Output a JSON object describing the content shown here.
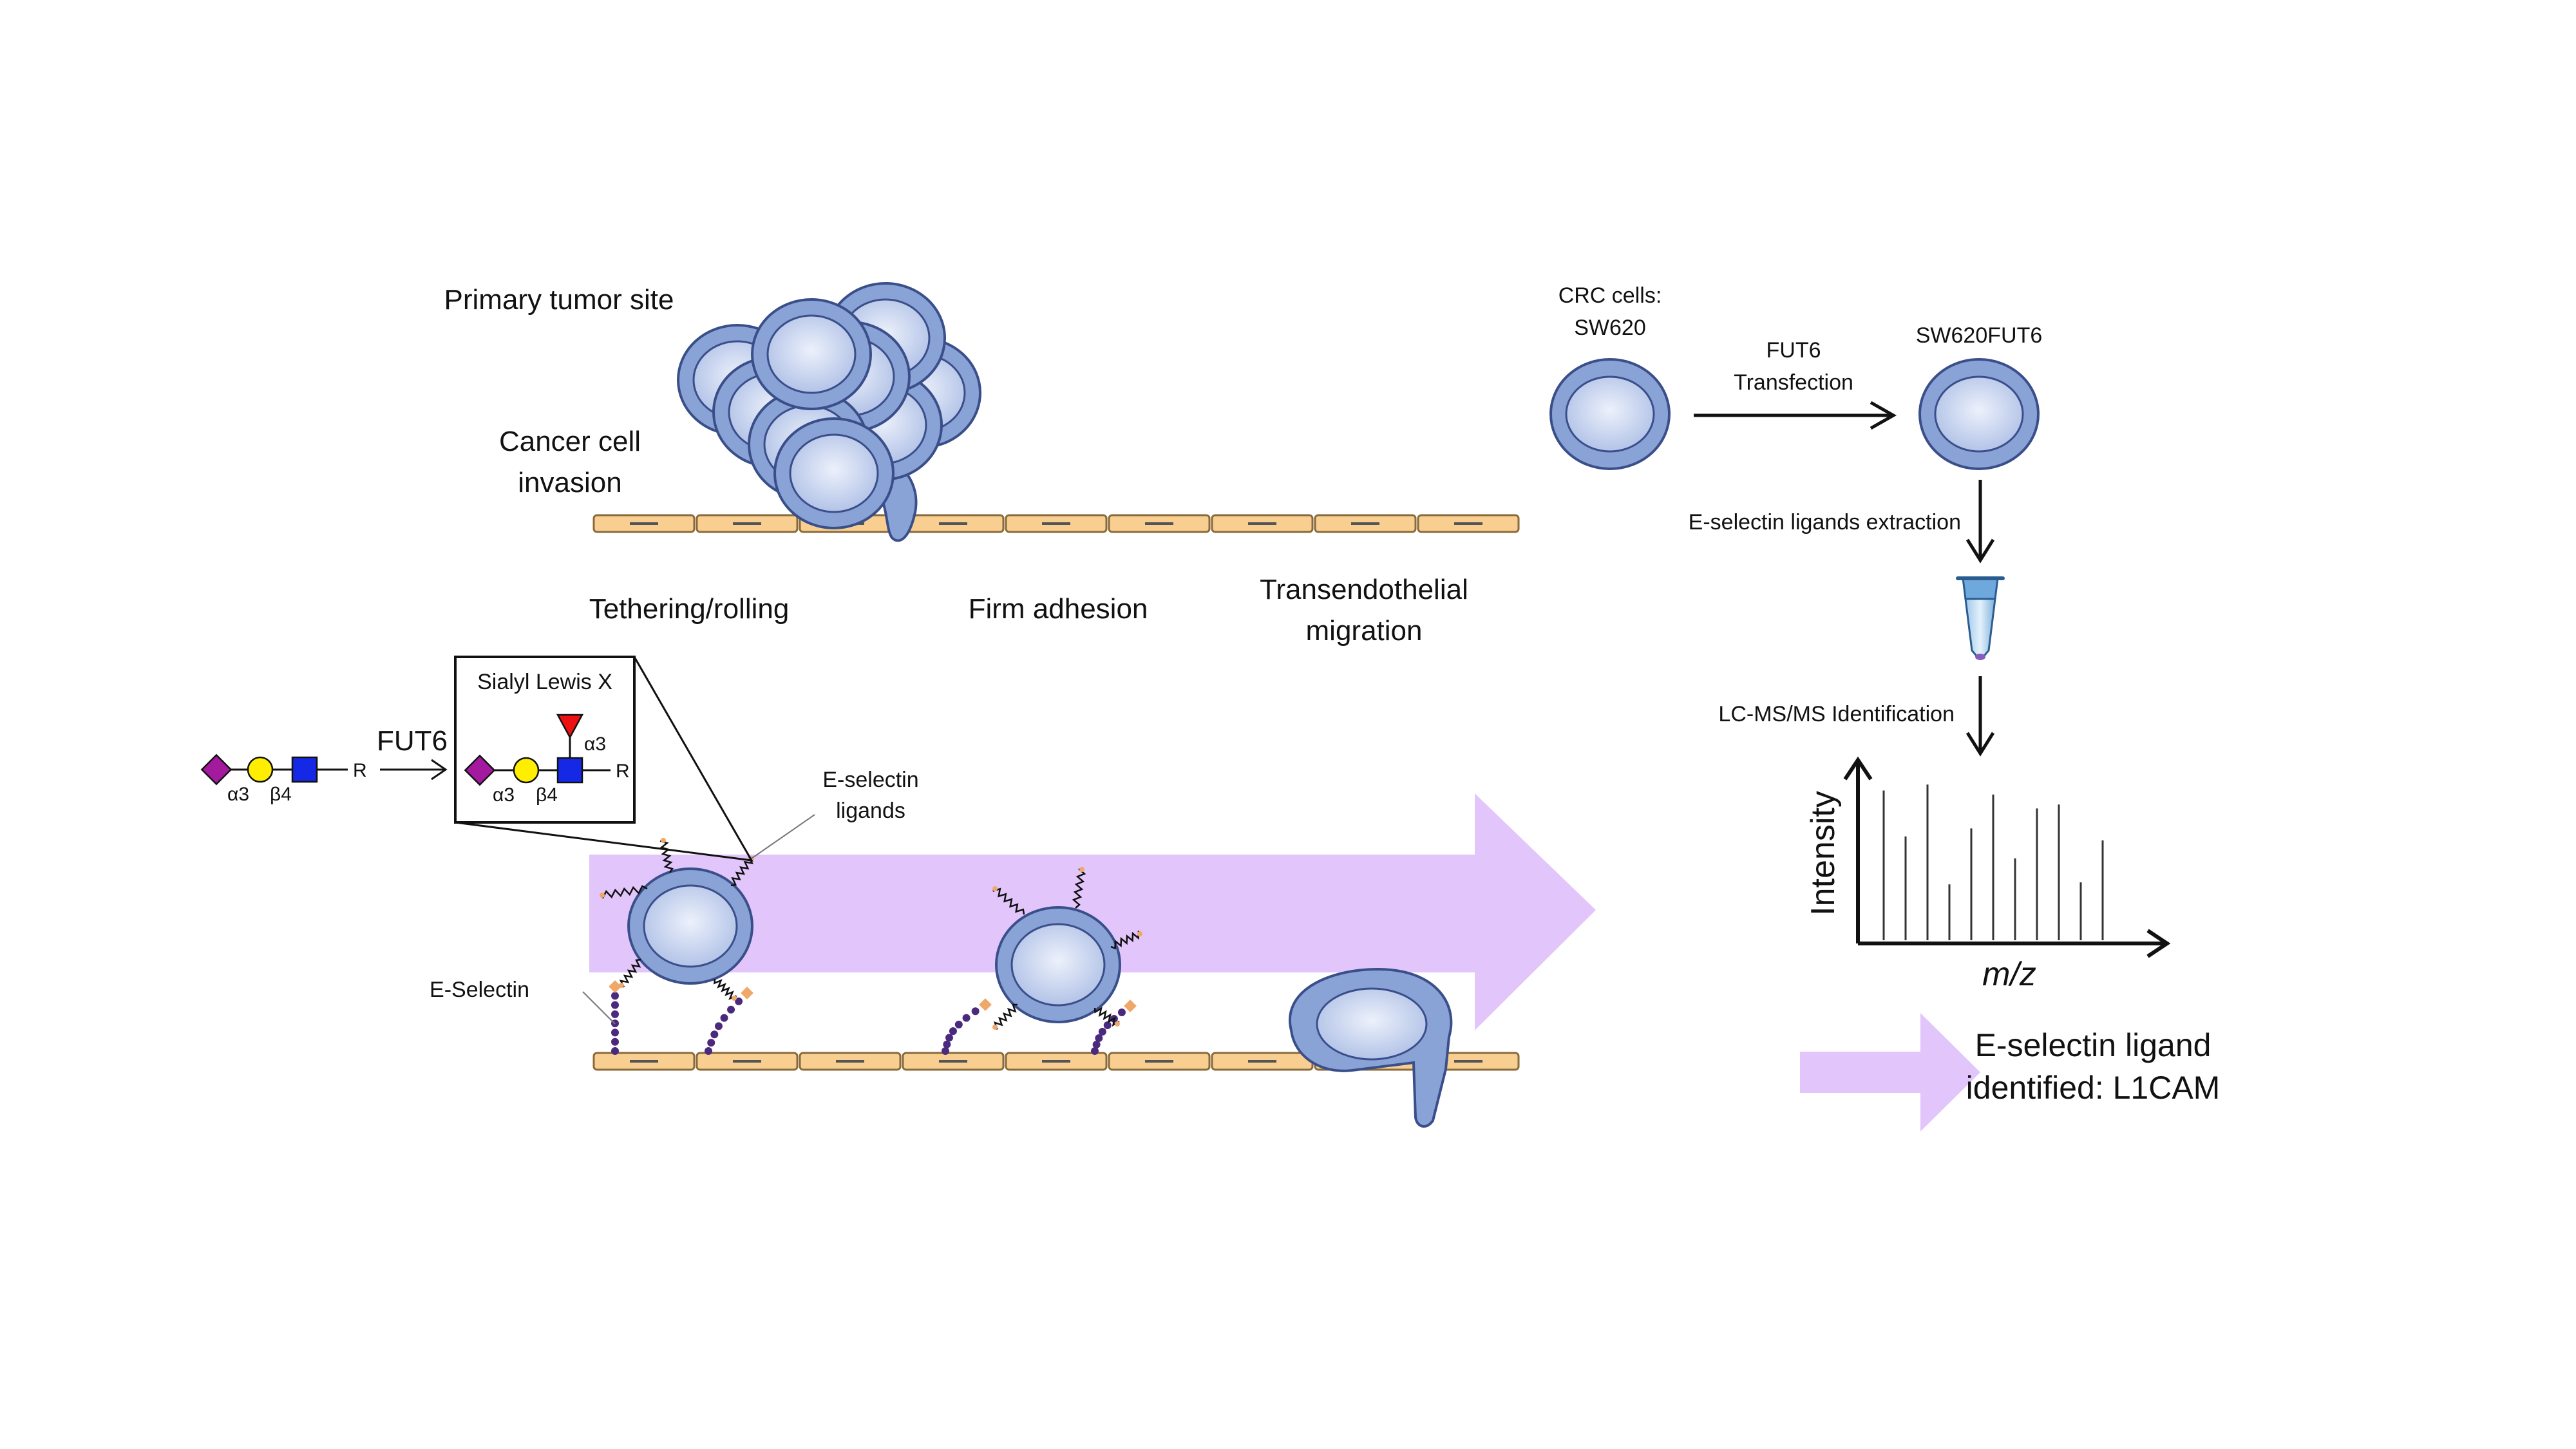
{
  "labels": {
    "primary_tumor_site": "Primary tumor site",
    "cancer_cell_invasion_1": "Cancer cell",
    "cancer_cell_invasion_2": "invasion",
    "tethering_rolling": "Tethering/rolling",
    "firm_adhesion": "Firm adhesion",
    "transendothelial_1": "Transendothelial",
    "transendothelial_2": "migration",
    "sialyl_lewis_x": "Sialyl Lewis X",
    "fut6_glycan_arrow": "FUT6",
    "e_selectin_ligands_1": "E-selectin",
    "e_selectin_ligands_2": "ligands",
    "e_selectin": "E-Selectin",
    "crc_cells_1": "CRC cells:",
    "crc_cells_2": "SW620",
    "fut6_transfection_1": "FUT6",
    "fut6_transfection_2": "Transfection",
    "sw620fut6": "SW620FUT6",
    "ligand_extraction": "E-selectin ligands extraction",
    "lcms_identification": "LC-MS/MS Identification",
    "y_axis": "Intensity",
    "x_axis": "m/z",
    "result_1": "E-selectin ligand",
    "result_2": "identified: L1CAM"
  },
  "glycan": {
    "linkage_a3": "α3",
    "linkage_b4": "β4",
    "reducing_end": "R",
    "fucose_linkage": "α3"
  },
  "spectrum": {
    "relative_intensities": [
      0.75,
      0.52,
      0.78,
      0.28,
      0.56,
      0.73,
      0.41,
      0.66,
      0.68,
      0.29,
      0.5
    ]
  },
  "colors": {
    "cell_outer": "#8aa3d6",
    "cell_inner": "#cdd9f2",
    "cell_stroke": "#3a4f8a",
    "endothelium": "#f8cf91",
    "arrow": "#e2c6fb",
    "sialic_acid": "#a31a9e",
    "galactose": "#ffee00",
    "glcnac": "#1428e6",
    "fucose": "#ee1111"
  }
}
